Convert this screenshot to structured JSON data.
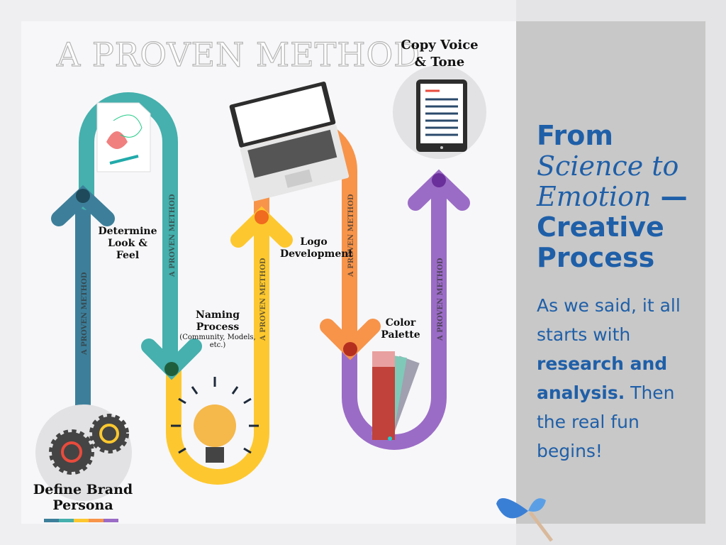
{
  "title": "A PROVEN METHOD",
  "path_label": "A PROVEN METHOD",
  "steps": [
    {
      "label": "Define Brand Persona",
      "color": "#3d7f9a"
    },
    {
      "label": "Determine Look & Feel",
      "color": "#45b0ad"
    },
    {
      "label": "Naming Process",
      "note": "(Community, Models, etc.)",
      "color": "#fdc82f"
    },
    {
      "label": "Logo Development",
      "color": "#f7944a"
    },
    {
      "label": "Color Palette",
      "color": "#9b6cc6"
    },
    {
      "label": "Copy Voice & Tone"
    }
  ],
  "heading": {
    "line1": "From",
    "line2": "Science to",
    "line3": "Emotion",
    "dash": " —",
    "line4": "Creative",
    "line5": "Process"
  },
  "body": {
    "p1": "As we said, it all starts with ",
    "bold": "research and analysis.",
    "p2": " Then the real fun begins!"
  }
}
